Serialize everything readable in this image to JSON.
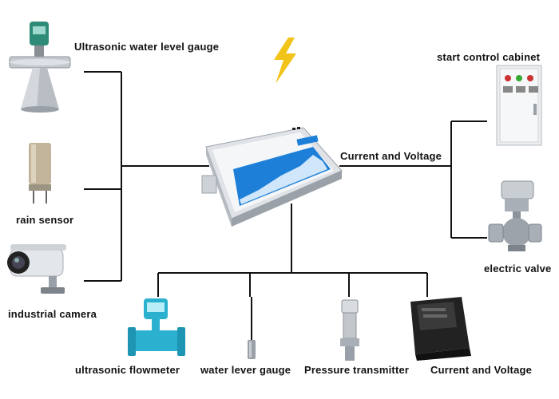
{
  "labels": {
    "ultrasonic_water_level_gauge": "Ultrasonic water level gauge",
    "rain_sensor": "rain sensor",
    "industrial_camera": "industrial camera",
    "current_and_voltage_top": "Current and Voltage",
    "start_control_cabinet": "start control cabinet",
    "electric_valve": "electric valve",
    "ultrasonic_flowmeter": "ultrasonic flowmeter",
    "water_lever_gauge": "water lever gauge",
    "pressure_transmitter": "Pressure transmitter",
    "current_and_voltage_bottom": "Current and Voltage"
  },
  "colors": {
    "line": "#111111",
    "bolt": "#f2c318",
    "screen": "#1e7fd8",
    "device_body": "#e9ecef",
    "flowmeter": "#2bb0cf"
  }
}
